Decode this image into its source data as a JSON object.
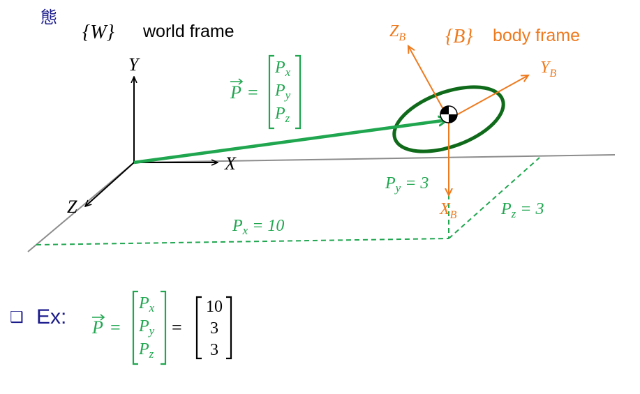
{
  "header": {
    "glyph": "態",
    "world_symbol": "{W}",
    "world_label": "world frame"
  },
  "body_frame": {
    "symbol": "{B}",
    "label": "body frame",
    "axis_z": "Z",
    "axis_y": "Y",
    "axis_x": "X",
    "axis_sub": "B"
  },
  "world_axes": {
    "x": "X",
    "y": "Y",
    "z": "Z"
  },
  "vector": {
    "name": "P",
    "eq": "=",
    "comp_main": "P",
    "comp_x": "x",
    "comp_y": "y",
    "comp_z": "z"
  },
  "measurements": {
    "py_sub": "y",
    "py_value": "= 3",
    "px_sub": "x",
    "px_value": "= 10",
    "pz_sub": "z",
    "pz_value": "= 3"
  },
  "example": {
    "bullet": "❑",
    "label": "Ex:",
    "values": [
      "10",
      "3",
      "3"
    ]
  },
  "colors": {
    "green": "#1fa64f",
    "dark_green": "#0f6a1a",
    "orange": "#ee7a1e",
    "navy": "#1a1a8c",
    "gray": "#8c8c8c"
  }
}
